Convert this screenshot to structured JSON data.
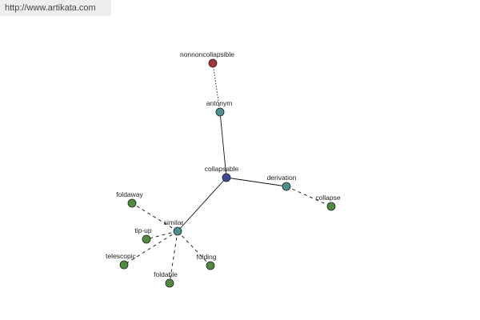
{
  "header": {
    "url": "http://www.artikata.com"
  },
  "colors": {
    "root": "#3b4a9a",
    "relation": "#4a9090",
    "leaf": "#4f8c3c",
    "antonym_leaf": "#a03838"
  },
  "graph": {
    "nodes": [
      {
        "id": "collapsable",
        "label": "collapsable",
        "kind": "root"
      },
      {
        "id": "antonym",
        "label": "antonym",
        "kind": "relation"
      },
      {
        "id": "nonnoncollapsible",
        "label": "nonnoncollapsible",
        "kind": "antonym_leaf"
      },
      {
        "id": "derivation",
        "label": "derivation",
        "kind": "relation"
      },
      {
        "id": "collapse",
        "label": "collapse",
        "kind": "leaf"
      },
      {
        "id": "similar",
        "label": "similar",
        "kind": "relation"
      },
      {
        "id": "foldaway",
        "label": "foldaway",
        "kind": "leaf"
      },
      {
        "id": "tip-up",
        "label": "tip-up",
        "kind": "leaf"
      },
      {
        "id": "telescopic",
        "label": "telescopic",
        "kind": "leaf"
      },
      {
        "id": "foldable",
        "label": "foldable",
        "kind": "leaf"
      },
      {
        "id": "folding",
        "label": "folding",
        "kind": "leaf"
      }
    ],
    "edges": [
      {
        "from": "collapsable",
        "to": "antonym",
        "style": "solid"
      },
      {
        "from": "antonym",
        "to": "nonnoncollapsible",
        "style": "dotted"
      },
      {
        "from": "collapsable",
        "to": "derivation",
        "style": "solid"
      },
      {
        "from": "derivation",
        "to": "collapse",
        "style": "dashed"
      },
      {
        "from": "collapsable",
        "to": "similar",
        "style": "solid"
      },
      {
        "from": "similar",
        "to": "foldaway",
        "style": "dashed"
      },
      {
        "from": "similar",
        "to": "tip-up",
        "style": "dashed"
      },
      {
        "from": "similar",
        "to": "telescopic",
        "style": "dashed"
      },
      {
        "from": "similar",
        "to": "foldable",
        "style": "dashed"
      },
      {
        "from": "similar",
        "to": "folding",
        "style": "dashed"
      }
    ]
  }
}
